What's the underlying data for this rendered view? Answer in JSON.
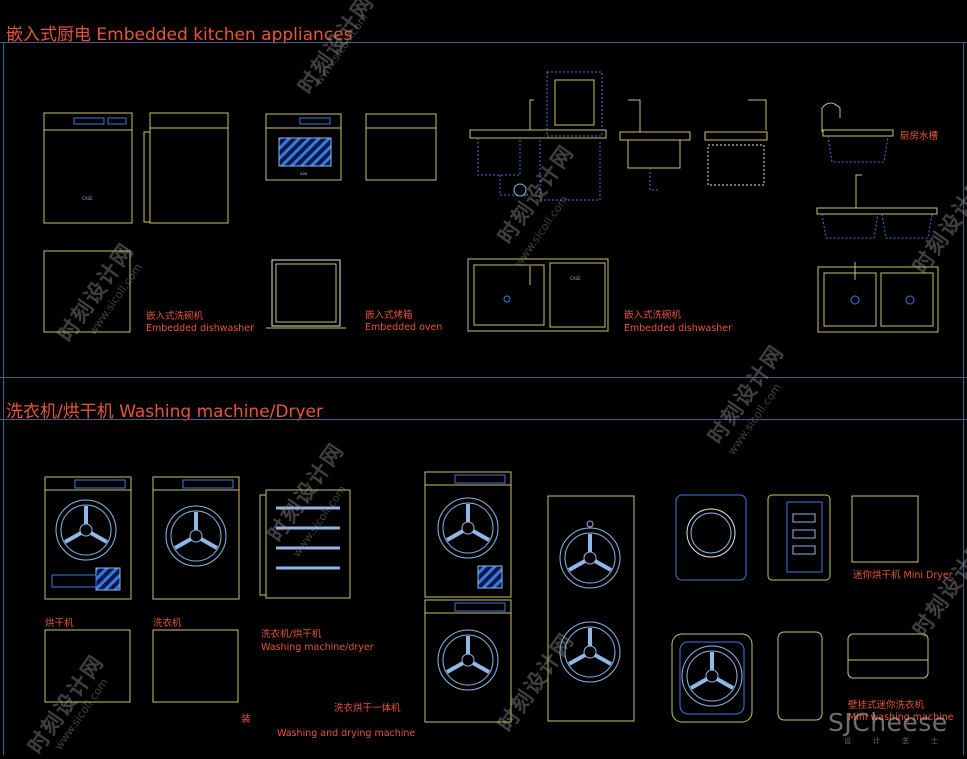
{
  "sections": {
    "kitchen_title": "嵌入式厨电 Embedded kitchen appliances",
    "washing_title": "洗衣机/烘干机 Washing machine/Dryer"
  },
  "labels": {
    "dishwasher_cn": "嵌入式洗碗机",
    "dishwasher_en": "Embedded dishwasher",
    "oven_cn": "嵌入式烤箱",
    "oven_en": "Embedded oven",
    "sink_dishwasher_cn": "嵌入式洗碗机",
    "sink_dishwasher_en": "Embedded dishwasher",
    "kitchen_sink_cn": "厨房水槽",
    "dryer_cn": "烘干机",
    "washer_cn": "洗衣机",
    "washer_dryer_cn": "洗衣机/烘干机",
    "washer_dryer_en": "Washing machine/dryer",
    "combo_cn": "洗衣烘干一体机",
    "combo_extra": "装",
    "combo_en": "Washing and drying machine",
    "mini_dryer": "迷你烘干机 Mini Dryer",
    "wall_mini_cn": "壁挂式迷你洗衣机",
    "wall_mini_en": "Mini washing machine",
    "oven_brand": "ооо",
    "dishwasher_brand": "CASE",
    "combo_brand": "CASE"
  },
  "watermark": {
    "cn": "时刻设计网",
    "url": "www.sicoll.com"
  },
  "brand": {
    "name": "SJCheese",
    "sub": "设计芝士"
  },
  "colors": {
    "background": "#000000",
    "title": "#e8553a",
    "frame": "#3e5f86",
    "outline": "#c8c46a",
    "accent_blue": "#3a79e0",
    "light_blue": "#8fb8e8",
    "white": "#e6e6e6"
  }
}
